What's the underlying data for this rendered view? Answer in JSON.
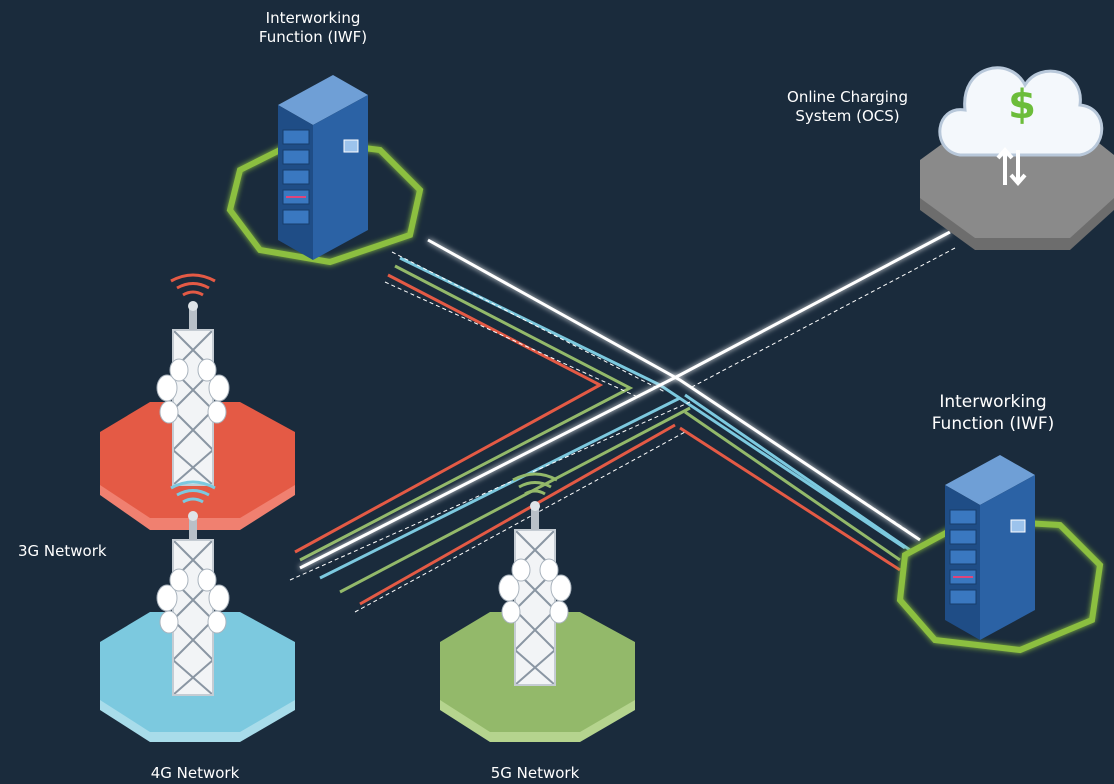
{
  "labels": {
    "iwf_top": "Interworking\nFunction (IWF)",
    "ocs": "Online Charging\nSystem (OCS)",
    "iwf_right": "Interworking\nFunction (IWF)",
    "net_3g": "3G Network",
    "net_4g": "4G Network",
    "net_5g": "5G Network",
    "currency_symbol": "$"
  },
  "icons": [
    "server-rack-icon",
    "cloud-icon",
    "dollar-icon",
    "transfer-arrows-icon",
    "cell-tower-icon",
    "wifi-signal-icon"
  ],
  "colors": {
    "background": "#1a2b3c",
    "network_3g": "#e45a45",
    "network_4g": "#7cc9df",
    "network_5g": "#93b96a",
    "iwf_ring": "#8cbf3f",
    "ocs_platform": "#6d6d6d",
    "link_white": "#ffffff",
    "server_blue": "#2b62a5"
  }
}
